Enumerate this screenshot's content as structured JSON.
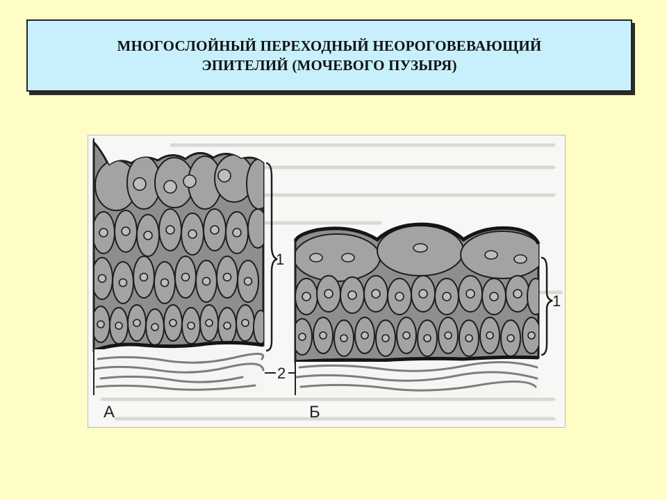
{
  "title": {
    "line1": "МНОГОСЛОЙНЫЙ ПЕРЕХОДНЫЙ НЕОРОГОВЕВАЮЩИЙ",
    "line2": "ЭПИТЕЛИЙ (МОЧЕВОГО ПУЗЫРЯ)"
  },
  "figure": {
    "panels": [
      {
        "id": "A",
        "label": "А",
        "state": "relaxed (thick epithelium)"
      },
      {
        "id": "B",
        "label": "Б",
        "state": "stretched (thin epithelium)"
      }
    ],
    "callouts": {
      "epithelium_A": "1",
      "epithelium_B": "1",
      "connective_tissue": "2"
    }
  },
  "colors": {
    "background": "#fffdc6",
    "title_box": "#c7f0fc",
    "cell_fill": "#9a9a9a",
    "cell_stroke": "#1e1e1e",
    "basement": "#151515",
    "stroma": "#7d7d7d"
  }
}
